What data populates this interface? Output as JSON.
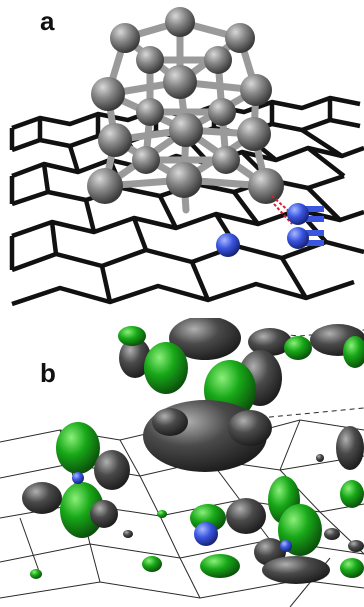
{
  "panels": [
    {
      "id": "a",
      "label": "a"
    },
    {
      "id": "b",
      "label": "b"
    }
  ],
  "colors": {
    "background": "#ffffff",
    "graphene_bond": "#111111",
    "metal_atom": "#8a8a8a",
    "nitrogen_atom": "#3a56e0",
    "isosurface_green": "#18a818",
    "isosurface_gray": "#4a4a4a"
  }
}
